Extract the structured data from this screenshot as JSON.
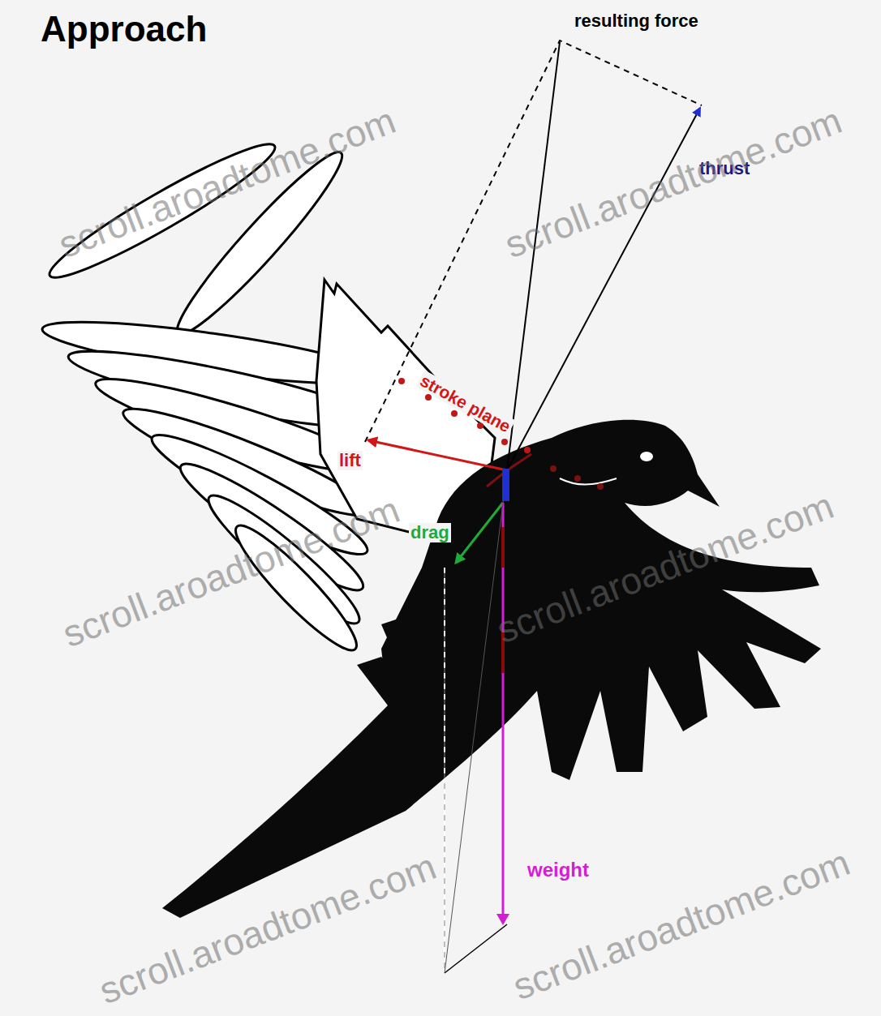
{
  "diagram": {
    "title": "Approach",
    "labels": [
      "resulting force",
      "thrust",
      "stroke plane",
      "lift",
      "drag",
      "weight",
      "scroll.aroadtome.com",
      "scroll.aroadtome.com",
      "scroll.aroadtome.com",
      "scroll.aroadtome.com",
      "scroll.aroadtome.com",
      "scroll.aroadtome.com"
    ]
  }
}
